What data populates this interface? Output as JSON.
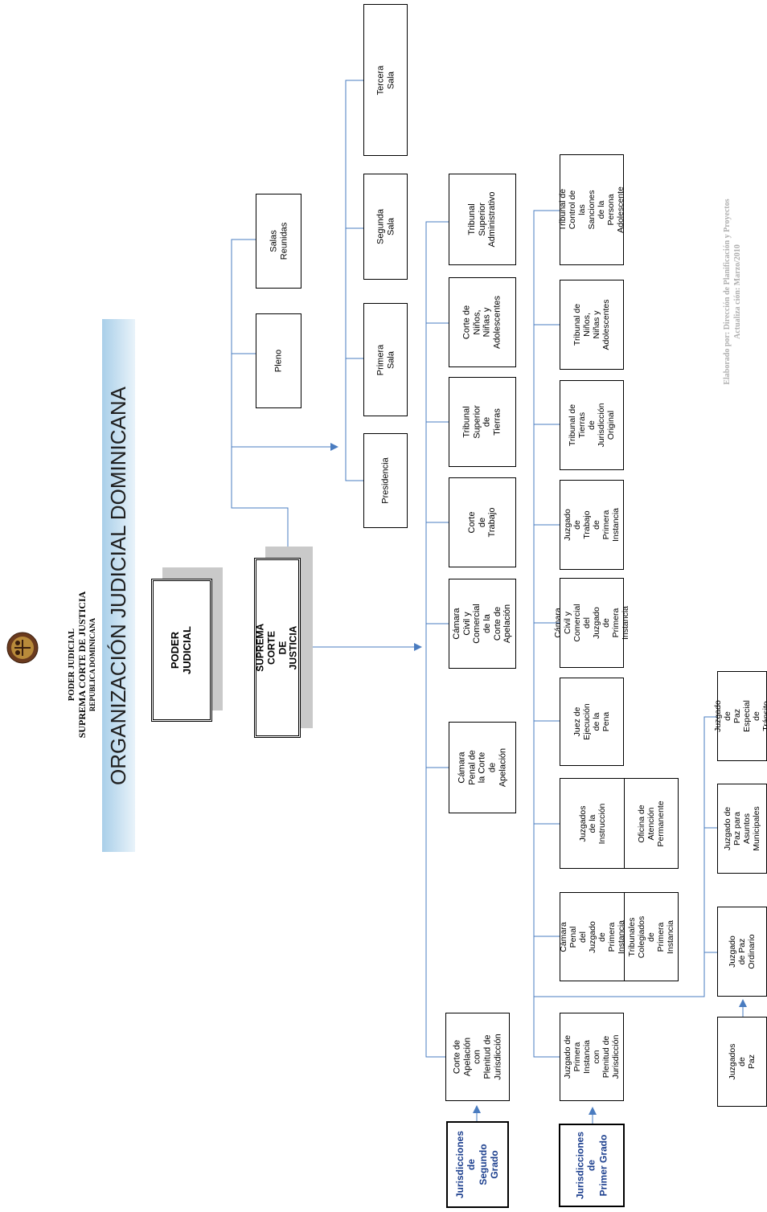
{
  "header": {
    "line1": "PODER JUDICIAL",
    "line2": "SUPREMA CORTE DE JUSTICIA",
    "line3": "REPUBLICA DOMINICANA"
  },
  "title": "ORGANIZACIÓN JUDICIAL DOMINICANA",
  "poder_judicial": "PODER JUDICIAL",
  "suprema_corte": "SUPREMA CORTE DE\nJUSTICIA",
  "scj_bodies": {
    "pleno": "Pleno",
    "salas_reunidas": "Salas Reunidas",
    "presidencia": "Presidencia",
    "primera_sala": "Primera Sala",
    "segunda_sala": "Segunda Sala",
    "tercera_sala": "Tercera Sala"
  },
  "segundo_grado": {
    "label": "Jurisdicciones\nde\nSegundo\nGrado",
    "plenitud": "Corte de\nApelación con\nPlenitud de\nJurisdicción",
    "camara_penal": "Cámara Penal de\nla Corte de\nApelación",
    "camara_civil": "Cámara Civil y\nComercial de la\nCorte de\nApelación",
    "corte_trabajo": "Corte de Trabajo",
    "tribunal_tierras": "Tribunal Superior\nde Tierras",
    "corte_ninos": "Corte de Niños,\nNiñas y\nAdolescentes",
    "tribunal_administrativo": "Tribunal Superior\nAdministrativo"
  },
  "primer_grado": {
    "label": "Jurisdicciones\nde\nPrimer Grado",
    "plenitud": "Juzgado de\nPrimera Instancia\ncon Plenitud de\nJurisdicción",
    "camara_penal": "Cámara Penal del\nJuzgado de\nPrimera Instancia",
    "tribunales_colegiados": "Tribunales\nColegiados de\nPrimera Instancia",
    "juzgados_instruccion": "Juzgados de la\nInstrucción",
    "oficina_atencion": "Oficina de\nAtención\nPermanente",
    "juez_ejecucion": "Juez de Ejecución\nde la Pena",
    "camara_civil": "Cámara Civil y\nComercial del\nJuzgado de\nPrimera Instancia",
    "juzgado_trabajo": "Juzgado de\nTrabajo de\nPrimera Instancia",
    "tribunal_tierras": "Tribunal de Tierras\nde Jurisdicción\nOriginal",
    "tribunal_ninos": "Tribunal de Niños,\nNiñas y\nAdolescentes",
    "tribunal_control": "Tribunal de Control de\nlas Sanciones de la\nPersona Adolescente"
  },
  "paz": {
    "juzgados_paz": "Juzgados\nde\nPaz",
    "ordinario": "Juzgado\nde Paz\nOrdinario",
    "municipales": "Juzgado de\nPaz para Asuntos\nMunicipales",
    "transito": "Juzgado de\nPaz Especial de\nTránsito"
  },
  "footer": {
    "line1": "Elaborado por: Dirección de Planificación y Proyectos",
    "line2": "Actualiza ción: Marzo/2010"
  },
  "colors": {
    "connector": "#4a7cc0",
    "level_text": "#1c3f8e",
    "banner_start": "#a9cfe9",
    "banner_end": "#e9f3fa",
    "shadow": "#c9c9c9",
    "footer_text": "#b0b0b0"
  }
}
